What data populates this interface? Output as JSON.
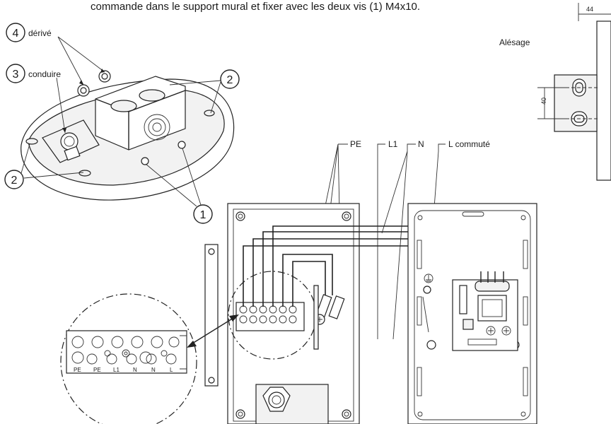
{
  "header": {
    "instruction_fragment": "commande dans le support mural et fixer avec les deux vis (1) M4x10."
  },
  "callouts": {
    "n1": "1",
    "n2a": "2",
    "n2b": "2",
    "n3": "3",
    "n4": "4",
    "label3": "conduire",
    "label4": "dérivé"
  },
  "wiring_labels": {
    "pe": "PE",
    "l1": "L1",
    "n": "N",
    "l_switched": "L  commuté"
  },
  "terminal_labels": [
    "PE",
    "PE",
    "L1",
    "N",
    "N",
    "L"
  ],
  "bore_detail": {
    "title": "Alésage",
    "dim_width": "44",
    "dim_spacing": "40"
  }
}
